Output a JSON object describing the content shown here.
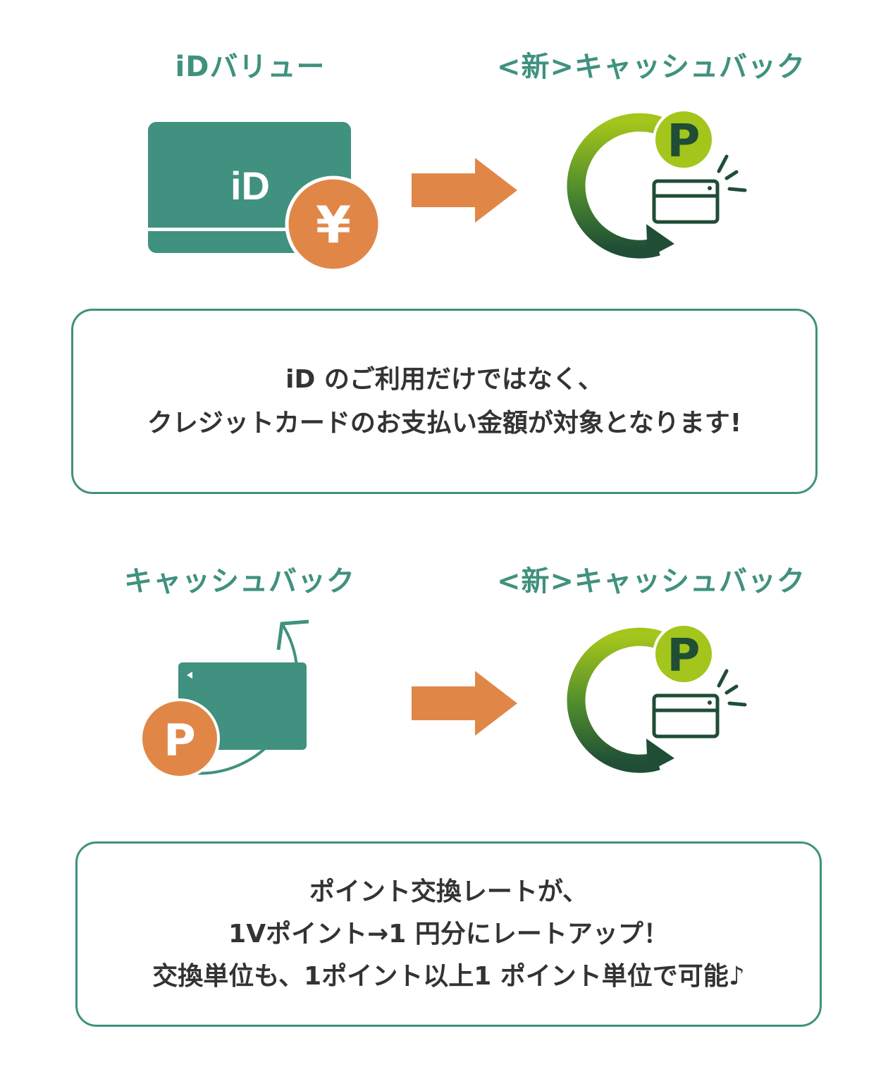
{
  "section1": {
    "left_heading": "iDバリュー",
    "right_heading": "<新>キャッシュバック",
    "left_icon": "id-card-with-yen-coin-icon",
    "right_icon": "point-cashback-cycle-icon",
    "card_logo": "iD",
    "coin_symbol": "¥",
    "point_symbol": "P",
    "message_lines": [
      "iD のご利用だけではなく、",
      "クレジットカードのお支払い金額が対象となります!"
    ]
  },
  "section2": {
    "left_heading": "キャッシュバック",
    "right_heading": "<新>キャッシュバック",
    "left_icon": "card-with-point-loop-icon",
    "right_icon": "point-cashback-cycle-icon",
    "point_symbol_left": "P",
    "point_symbol_right": "P",
    "message_lines": [
      "ポイント交換レートが、",
      "1Vポイント→1 円分にレートアップ！",
      "交換単位も、1ポイント以上1 ポイント単位で可能♪"
    ]
  },
  "colors": {
    "teal": "#40917f",
    "orange": "#e08748",
    "lime": "#a4c51b",
    "dark_green": "#1f4d36",
    "text": "#333333"
  }
}
